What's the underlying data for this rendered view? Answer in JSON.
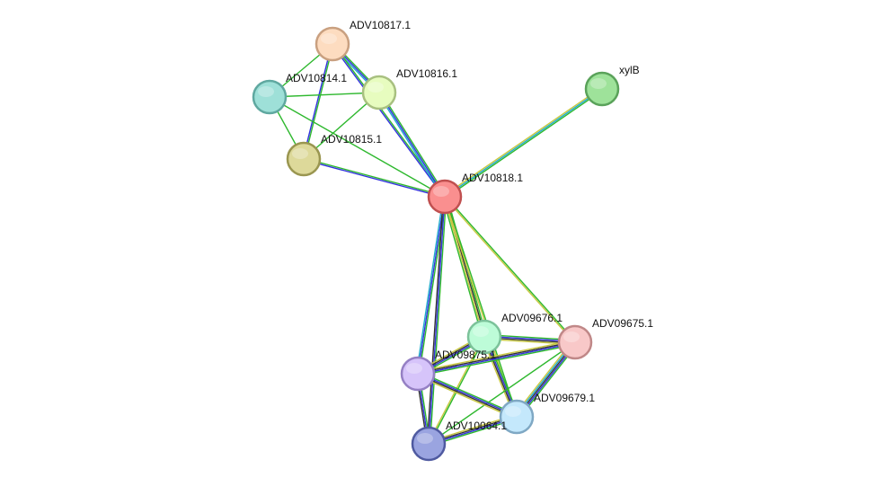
{
  "network": {
    "nodes": [
      {
        "id": "ADV10817.1",
        "label": "ADV10817.1",
        "color": "#fddcc0",
        "stroke": "#c9a080"
      },
      {
        "id": "ADV10814.1",
        "label": "ADV10814.1",
        "color": "#9ee0d8",
        "stroke": "#5fa8a0"
      },
      {
        "id": "ADV10816.1",
        "label": "ADV10816.1",
        "color": "#e7fcbf",
        "stroke": "#a8c080"
      },
      {
        "id": "ADV10815.1",
        "label": "ADV10815.1",
        "color": "#ddd99a",
        "stroke": "#9a9650"
      },
      {
        "id": "xylB",
        "label": "xylB",
        "color": "#9ee29a",
        "stroke": "#5aa25a"
      },
      {
        "id": "ADV10818.1",
        "label": "ADV10818.1",
        "color": "#fa8f8f",
        "stroke": "#c05050"
      },
      {
        "id": "ADV09676.1",
        "label": "ADV09676.1",
        "color": "#bdfcd8",
        "stroke": "#7cc29a"
      },
      {
        "id": "ADV09675.1",
        "label": "ADV09675.1",
        "color": "#f8c8c8",
        "stroke": "#c08888"
      },
      {
        "id": "ADV09875.1",
        "label": "ADV09875.1",
        "color": "#d6c4fa",
        "stroke": "#9580c4"
      },
      {
        "id": "ADV09679.1",
        "label": "ADV09679.1",
        "color": "#c4e8fc",
        "stroke": "#7fa8c4"
      },
      {
        "id": "ADV10064.1",
        "label": "ADV10064.1",
        "color": "#9aa4e0",
        "stroke": "#4f5aa0"
      }
    ],
    "edges": [
      {
        "source": "ADV10817.1",
        "target": "ADV10814.1",
        "colors": [
          "#2eb82e"
        ]
      },
      {
        "source": "ADV10817.1",
        "target": "ADV10816.1",
        "colors": [
          "#2eb82e",
          "#3333dd",
          "#22aacc"
        ]
      },
      {
        "source": "ADV10817.1",
        "target": "ADV10815.1",
        "colors": [
          "#2eb82e",
          "#3333dd"
        ]
      },
      {
        "source": "ADV10817.1",
        "target": "ADV10818.1",
        "colors": [
          "#2eb82e",
          "#3333dd"
        ]
      },
      {
        "source": "ADV10814.1",
        "target": "ADV10816.1",
        "colors": [
          "#2eb82e"
        ]
      },
      {
        "source": "ADV10814.1",
        "target": "ADV10815.1",
        "colors": [
          "#2eb82e"
        ]
      },
      {
        "source": "ADV10814.1",
        "target": "ADV10818.1",
        "colors": [
          "#2eb82e"
        ]
      },
      {
        "source": "ADV10816.1",
        "target": "ADV10815.1",
        "colors": [
          "#2eb82e"
        ]
      },
      {
        "source": "ADV10816.1",
        "target": "ADV10818.1",
        "colors": [
          "#2eb82e",
          "#3333dd",
          "#22aacc"
        ]
      },
      {
        "source": "ADV10815.1",
        "target": "ADV10818.1",
        "colors": [
          "#2eb82e",
          "#3333dd"
        ]
      },
      {
        "source": "xylB",
        "target": "ADV10818.1",
        "colors": [
          "#2eb82e",
          "#22aacc",
          "#c8c840"
        ]
      },
      {
        "source": "ADV10818.1",
        "target": "ADV09676.1",
        "colors": [
          "#2eb82e",
          "#333333",
          "#c8c840",
          "#2eb82e"
        ]
      },
      {
        "source": "ADV10818.1",
        "target": "ADV09675.1",
        "colors": [
          "#2eb82e",
          "#c8c840"
        ]
      },
      {
        "source": "ADV10818.1",
        "target": "ADV09875.1",
        "colors": [
          "#2eb82e",
          "#3333dd",
          "#22aacc"
        ]
      },
      {
        "source": "ADV10818.1",
        "target": "ADV09679.1",
        "colors": [
          "#2eb82e",
          "#c8c840"
        ]
      },
      {
        "source": "ADV10818.1",
        "target": "ADV10064.1",
        "colors": [
          "#2eb82e",
          "#3333dd",
          "#333333"
        ]
      },
      {
        "source": "ADV09676.1",
        "target": "ADV09675.1",
        "colors": [
          "#2eb82e",
          "#3333dd",
          "#333333",
          "#c8c840"
        ]
      },
      {
        "source": "ADV09676.1",
        "target": "ADV09875.1",
        "colors": [
          "#2eb82e",
          "#3333dd",
          "#333333",
          "#c8c840"
        ]
      },
      {
        "source": "ADV09676.1",
        "target": "ADV09679.1",
        "colors": [
          "#2eb82e",
          "#3333dd",
          "#333333",
          "#c8c840"
        ]
      },
      {
        "source": "ADV09676.1",
        "target": "ADV10064.1",
        "colors": [
          "#2eb82e",
          "#c8c840"
        ]
      },
      {
        "source": "ADV09675.1",
        "target": "ADV09875.1",
        "colors": [
          "#2eb82e",
          "#3333dd",
          "#333333",
          "#c8c840"
        ]
      },
      {
        "source": "ADV09675.1",
        "target": "ADV09679.1",
        "colors": [
          "#2eb82e",
          "#3333dd",
          "#333333",
          "#22aacc",
          "#c8c840"
        ]
      },
      {
        "source": "ADV09675.1",
        "target": "ADV10064.1",
        "colors": [
          "#2eb82e"
        ]
      },
      {
        "source": "ADV09875.1",
        "target": "ADV09679.1",
        "colors": [
          "#2eb82e",
          "#3333dd",
          "#333333",
          "#c8c840"
        ]
      },
      {
        "source": "ADV09875.1",
        "target": "ADV10064.1",
        "colors": [
          "#2eb82e",
          "#3333dd",
          "#333333"
        ]
      },
      {
        "source": "ADV09679.1",
        "target": "ADV10064.1",
        "colors": [
          "#2eb82e",
          "#3333dd",
          "#333333",
          "#c8c840"
        ]
      }
    ]
  }
}
